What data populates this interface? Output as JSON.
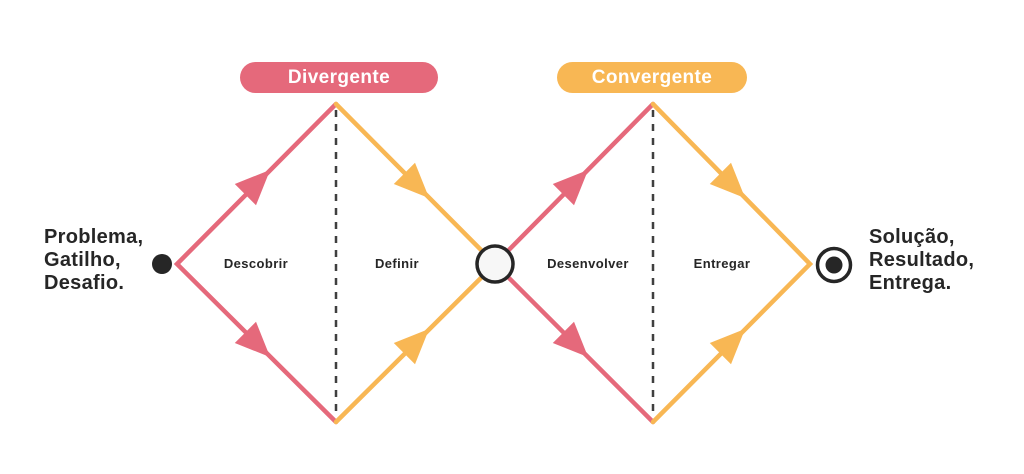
{
  "diagram": {
    "name": "double-diamond-process",
    "pills": {
      "divergent_label": "Divergente",
      "convergent_label": "Convergente"
    },
    "start_label": {
      "lines": [
        "Problema,",
        "Gatilho,",
        "Desafio."
      ]
    },
    "end_label": {
      "lines": [
        "Solução,",
        "Resultado,",
        "Entrega."
      ]
    },
    "phases": [
      {
        "label": "Descobrir"
      },
      {
        "label": "Definir"
      },
      {
        "label": "Desenvolver"
      },
      {
        "label": "Entregar"
      }
    ],
    "colors": {
      "divergent_pink": "#E5697B",
      "convergent_orange": "#F8B754",
      "text_dark": "#262626",
      "dashed_line": "#3F3F3F",
      "node_fill": "#F7F7F7",
      "background": "#FFFFFF"
    }
  }
}
